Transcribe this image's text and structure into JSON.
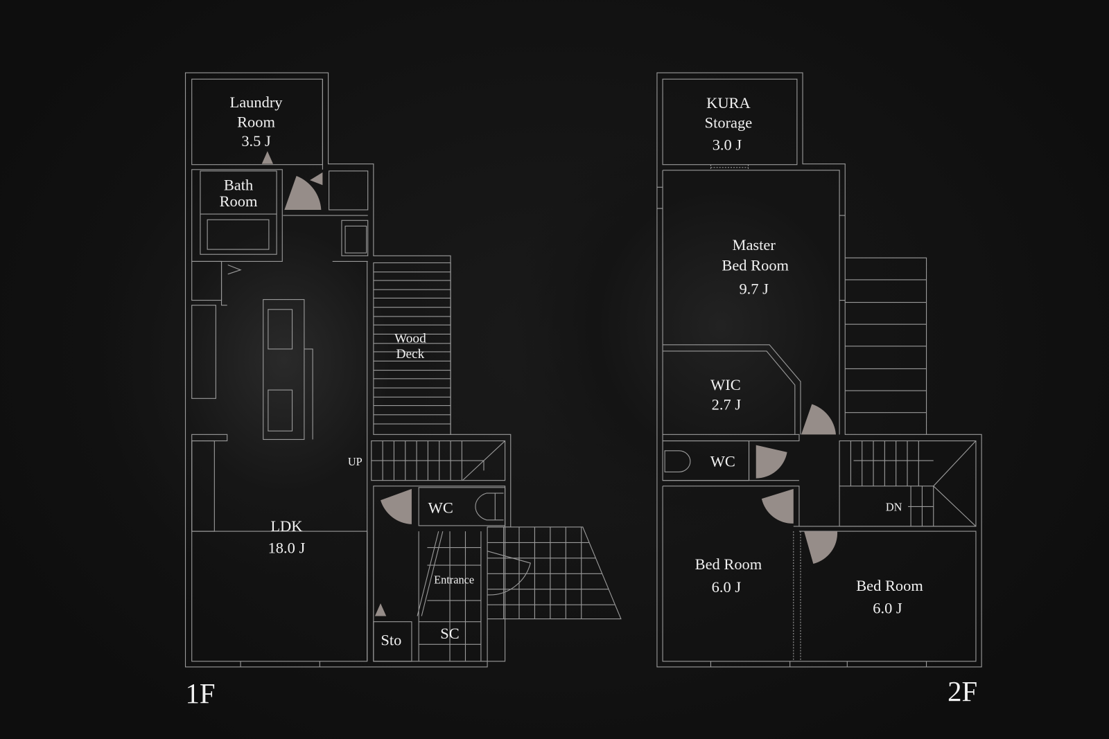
{
  "floors": {
    "first": {
      "label": "1F",
      "rooms": {
        "laundry": [
          "Laundry",
          "Room",
          "3.5 J"
        ],
        "bath": [
          "Bath",
          "Room"
        ],
        "deck": [
          "Wood",
          "Deck"
        ],
        "ldk": [
          "LDK",
          "18.0 J"
        ],
        "wc": "WC",
        "entrance": "Entrance",
        "sto": "Sto",
        "sc": "SC"
      },
      "stair": "UP"
    },
    "second": {
      "label": "2F",
      "rooms": {
        "kura": [
          "KURA",
          "Storage",
          "3.0 J"
        ],
        "master": [
          "Master",
          "Bed Room",
          "9.7 J"
        ],
        "wic": [
          "WIC",
          "2.7 J"
        ],
        "wc": "WC",
        "bed1": [
          "Bed Room",
          "6.0 J"
        ],
        "bed2": [
          "Bed Room",
          "6.0 J"
        ]
      },
      "stair": "DN"
    }
  },
  "colors": {
    "wall": "#9a9a9a",
    "door": "#968d89",
    "text": "#f2f2f2"
  }
}
